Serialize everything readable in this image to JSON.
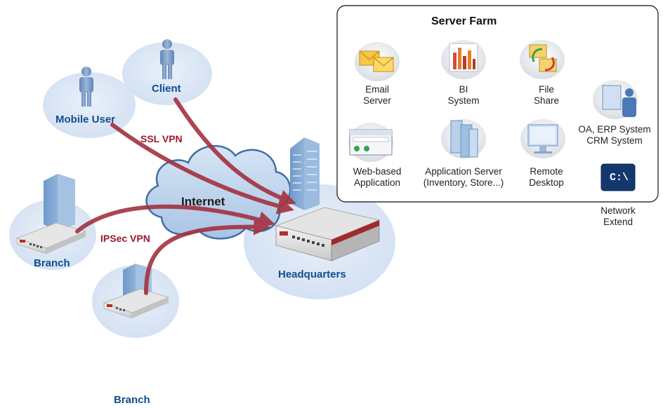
{
  "nodes": {
    "client": "Client",
    "mobile_user": "Mobile User",
    "branch_1": "Branch",
    "branch_2": "Branch",
    "headquarters": "Headquarters",
    "internet": "Internet"
  },
  "tunnels": {
    "ssl_vpn": "SSL VPN",
    "ipsec_vpn": "IPSec VPN"
  },
  "server_farm": {
    "title": "Server Farm",
    "services": [
      {
        "line1": "Email",
        "line2": "Server",
        "icon": "envelope-icon"
      },
      {
        "line1": "BI",
        "line2": "System",
        "icon": "bar-chart-icon"
      },
      {
        "line1": "File",
        "line2": "Share",
        "icon": "file-share-icon"
      },
      {
        "line1": "Web-based",
        "line2": "Application",
        "icon": "browser-window-icon"
      },
      {
        "line1": "Application Server",
        "line2": "(Inventory, Store...)",
        "icon": "server-tower-icon"
      },
      {
        "line1": "Remote",
        "line2": "Desktop",
        "icon": "monitor-icon"
      }
    ]
  },
  "extra_services": [
    {
      "line1": "OA, ERP System",
      "line2": "CRM System",
      "icon": "user-at-screen-icon"
    },
    {
      "line1": "Network",
      "line2": "Extend",
      "icon": "command-prompt-icon",
      "glyph": "C:\\"
    }
  ],
  "colors": {
    "tunnel": "#a3313f",
    "node_label": "#0f4d92",
    "ellipse": "#d6e3f3",
    "person": "#7a9bc6",
    "cloud": "#bcd3ec"
  }
}
